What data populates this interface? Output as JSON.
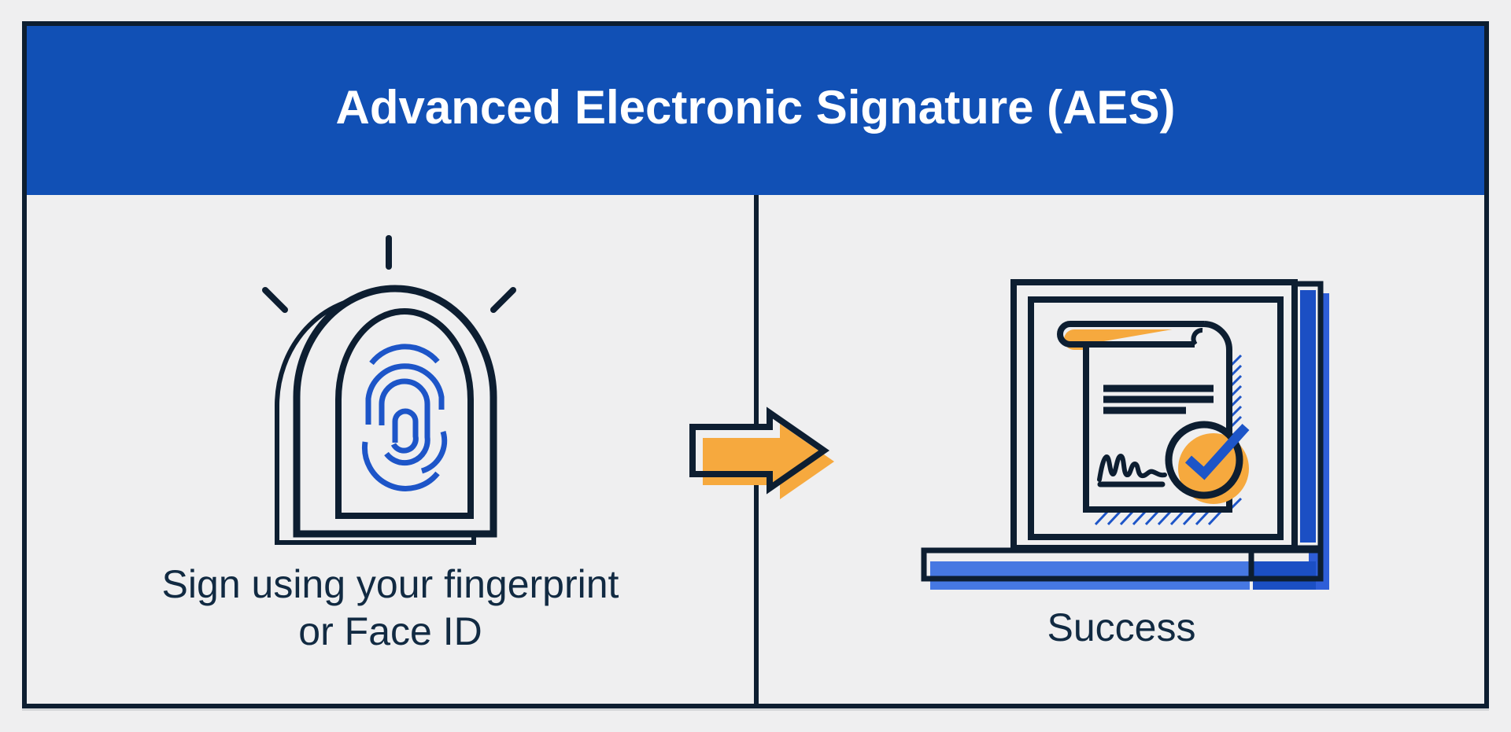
{
  "theme": {
    "page-bg": "#EFEFF0",
    "ink": "#0D1E31",
    "text": "#112A42",
    "header-blue": "#1150B5",
    "accent-blue": "#1D55C8",
    "blue-light": "#4678E2",
    "blue-deep": "#1B4FC4",
    "blue-shadow": "#2E5ED8",
    "orange": "#F6A93E",
    "title-color": "#FFFFFF"
  },
  "header": {
    "title": "Advanced Electronic Signature (AES)"
  },
  "panels": {
    "left": {
      "caption_line1": "Sign using your fingerprint",
      "caption_line2": "or Face ID"
    },
    "right": {
      "caption": "Success"
    }
  },
  "icons": {
    "left_illustration": "fingerprint-scanner",
    "middle": "arrow-right",
    "right_illustration": "laptop-signed-certificate"
  }
}
